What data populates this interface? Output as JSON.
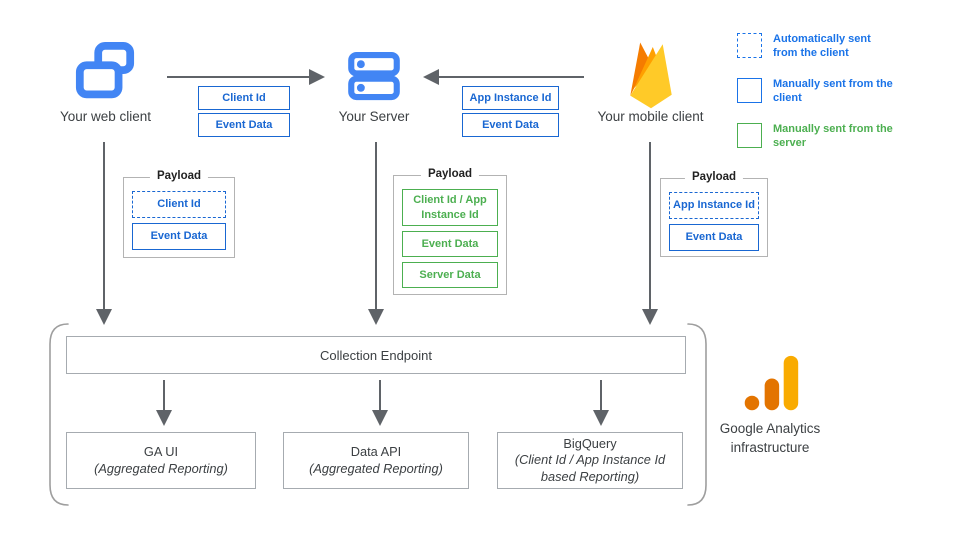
{
  "clients": {
    "web": {
      "label": "Your web client"
    },
    "server": {
      "label": "Your Server"
    },
    "mobile": {
      "label": "Your mobile client"
    }
  },
  "flow_boxes": {
    "web_to_server": [
      "Client Id",
      "Event Data"
    ],
    "mobile_to_server": [
      "App Instance Id",
      "Event Data"
    ]
  },
  "payloads": {
    "title": "Payload",
    "web": [
      "Client Id",
      "Event Data"
    ],
    "server": [
      "Client Id / App Instance Id",
      "Event Data",
      "Server Data"
    ],
    "mobile": [
      "App Instance Id",
      "Event Data"
    ]
  },
  "legend": [
    {
      "label": "Automatically sent from the client",
      "style": "dashed-blue"
    },
    {
      "label": "Manually sent from the client",
      "style": "solid-blue"
    },
    {
      "label": "Manually sent from the server",
      "style": "solid-green"
    }
  ],
  "infrastructure": {
    "endpoint_label": "Collection Endpoint",
    "nodes": [
      {
        "title": "GA UI",
        "subtitle": "(Aggregated Reporting)"
      },
      {
        "title": "Data API",
        "subtitle": "(Aggregated Reporting)"
      },
      {
        "title": "BigQuery",
        "subtitle": "(Client Id / App Instance Id based Reporting)"
      }
    ],
    "brand_label": "Google Analytics infrastructure"
  },
  "colors": {
    "blue": "#1967d2",
    "legend_blue": "#1a73e8",
    "green": "#4caf50",
    "icon_blue": "#4285f4",
    "arrow_gray": "#5f6368",
    "bracket_gray": "#9e9e9e",
    "firebase_dark_orange": "#F57C00",
    "firebase_orange": "#FFA000",
    "firebase_yellow": "#FFCA28",
    "ga_orange_dark": "#E37400",
    "ga_orange": "#F9AB00"
  }
}
